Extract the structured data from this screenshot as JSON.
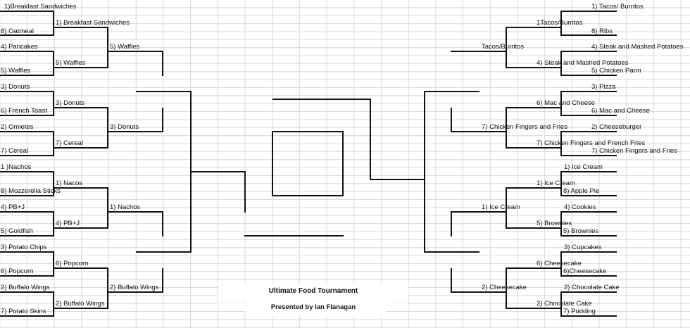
{
  "footer": {
    "title": "Ultimate Food Tournament",
    "subtitle": "Presented by Ian Flanagan"
  },
  "left": {
    "round1": [
      "1)Breakfast Sandwiches",
      "8) Oatmeal",
      "4) Pancakes",
      "5) Waffles",
      "3) Donuts",
      "6) French Toast",
      "2) Omletes",
      "7) Cereal",
      "1 )Nachos",
      "8) Mozzerella Sticks",
      "4) PB+J",
      "5) Goldfish",
      "3) Potato Chips",
      "6) Popcorn",
      "2) Buffalo Wings",
      "7) Potato Skins"
    ],
    "round2": [
      "1) Breakfast Sandwiches",
      "5) Waffles",
      "3) Donuts",
      "7) Cereal",
      "1) Nacos",
      "4) PB+J",
      "6) Popcorn",
      "2) Buffalo Wings"
    ],
    "round3": [
      "5) Waffles",
      "3) Donuts",
      "1) Nachos",
      "2) Buffalo Wings"
    ]
  },
  "right": {
    "round1": [
      "1) Tacos/ Burritos",
      "8) Ribs",
      "4) Steak and Mashed Potatoes",
      "5) Chicken Parm",
      "3) Pizza",
      "6) Mac and Cheese",
      "2) Cheeseburger",
      "7) Chicken Fingers and Fries",
      "1) Ice Cream",
      "8) Apple Pie",
      "4) Cookies",
      "5) Brownies",
      "3) Cupcakes",
      "6)Cheesecake",
      "2) Chocolate Cake",
      "7) Pudding"
    ],
    "round2": [
      "1Tacos/Burritos",
      "4) Steak and Mashed Potatoes",
      "6) Mac and Cheese",
      "7) Chicken Fingers and French Fries",
      "1) Ice Cream",
      "5) Brownies",
      "6) Cheesecake",
      "2) Chocolate Cake"
    ],
    "round3": [
      "Tacos/Burritos",
      "7) Chicken Fingers and Fries",
      "1) Ice Cream",
      "2) Cheesecake"
    ]
  }
}
